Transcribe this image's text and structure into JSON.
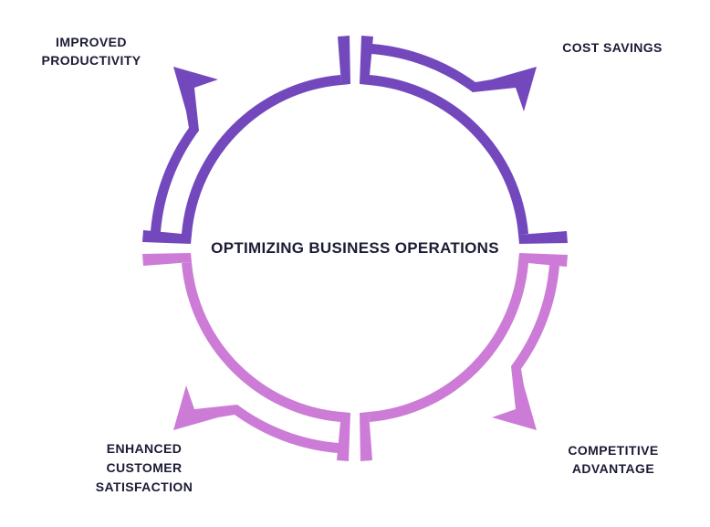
{
  "diagram": {
    "title": "OPTIMIZING BUSINESS OPERATIONS",
    "segments": [
      {
        "id": "improved-productivity",
        "label": "IMPROVED\nPRODUCTIVITY",
        "position": "top-left",
        "color": "#7348bd"
      },
      {
        "id": "cost-savings",
        "label": "COST SAVINGS",
        "position": "top-right",
        "color": "#7348bd"
      },
      {
        "id": "competitive-advantage",
        "label": "COMPETITIVE\nADVANTAGE",
        "position": "bottom-right",
        "color": "#cc7cd6"
      },
      {
        "id": "enhanced-customer-satisfaction",
        "label": "ENHANCED\nCUSTOMER\nSATISFACTION",
        "position": "bottom-left",
        "color": "#cc7cd6"
      }
    ],
    "colors": {
      "arrow_purple": "#7348bd",
      "arrow_pink": "#cc7cd6",
      "text": "#1b1b35",
      "background": "#ffffff"
    }
  }
}
